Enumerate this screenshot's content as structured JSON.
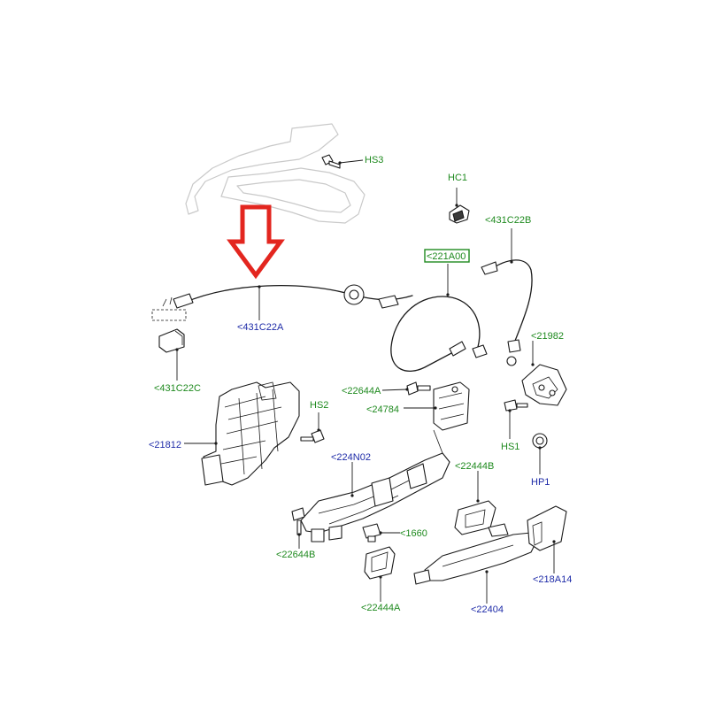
{
  "labels": {
    "hs3": "HS3",
    "hc1": "HC1",
    "c431c22b": "<431C22B",
    "c221a00": "<221A00",
    "c431c22a": "<431C22A",
    "c431c22c": "<431C22C",
    "c21982": "<21982",
    "c22644a": "<22644A",
    "c24784": "<24784",
    "hs2": "HS2",
    "c21812": "<21812",
    "hs1": "HS1",
    "hp1": "HP1",
    "c224n02": "<224N02",
    "c22444b": "<22444B",
    "c1660": "<1660",
    "c22644b": "<22644B",
    "c218a14": "<218A14",
    "c22444a": "<22444A",
    "c22404": "<22404"
  },
  "colors": {
    "green_label": "#1f8a1f",
    "blue_label": "#1e2ba8",
    "highlight_arrow": "#e3261f"
  }
}
